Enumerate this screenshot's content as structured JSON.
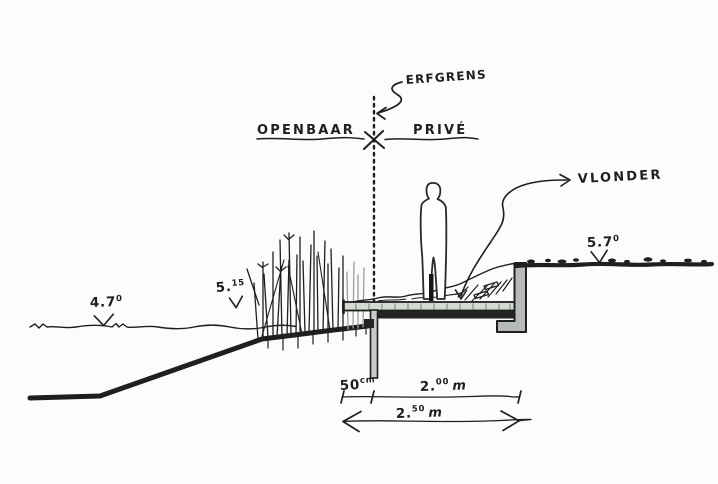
{
  "annotations": {
    "erfgrens_label": "ERFGRENS",
    "zone_left": "OPENBAAR",
    "zone_right": "PRIVÉ",
    "deck_label": "VLONDER"
  },
  "levels": {
    "water": {
      "value": "4.7",
      "sup": "0"
    },
    "reed_bank": {
      "value": "5.",
      "sup": "15"
    },
    "garden": {
      "value": "5.7",
      "sup": "0"
    }
  },
  "dimensions": {
    "overhang": {
      "value": "50",
      "sup": "cm"
    },
    "deck_span": {
      "value": "2.",
      "sup": "00",
      "unit": "m"
    },
    "total_span": {
      "value": "2.",
      "sup": "50",
      "unit": "m"
    }
  },
  "colors": {
    "ink": "#1f1f1f",
    "gray_stroke": "#98a09c",
    "plank_fill": "#d4d9d3",
    "wall_fill": "#b7bbb7",
    "beam_fill": "#242424",
    "paper": "#fcfcfa"
  }
}
